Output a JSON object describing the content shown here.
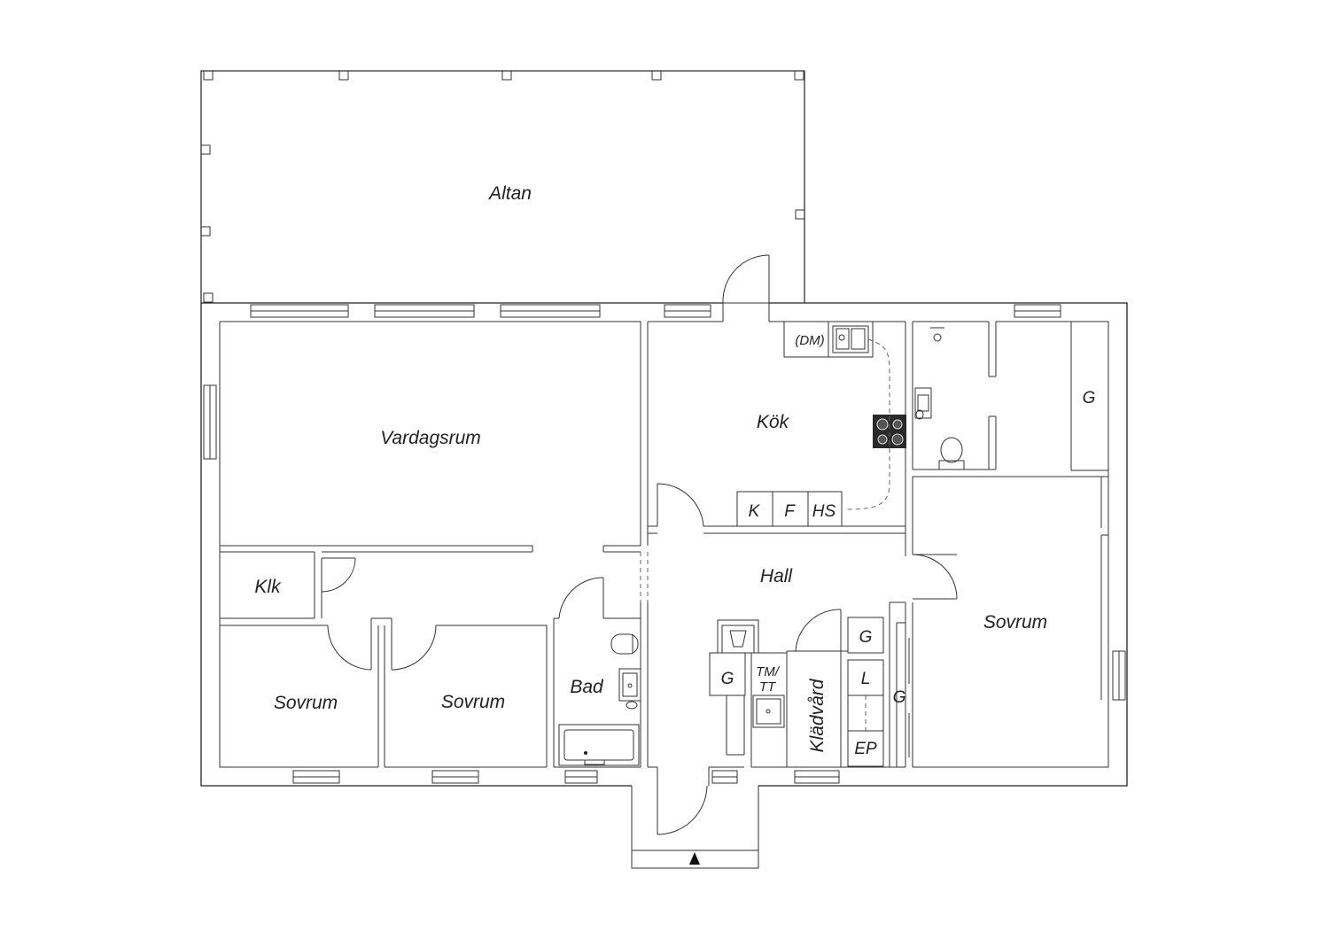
{
  "rooms": {
    "altan": "Altan",
    "vardagsrum": "Vardagsrum",
    "kok": "Kök",
    "hall": "Hall",
    "klk": "Klk",
    "bad": "Bad",
    "sovrum_left": "Sovrum",
    "sovrum_mid": "Sovrum",
    "sovrum_right": "Sovrum",
    "kladvard": "Klädvård"
  },
  "kitchen": {
    "dm": "(DM)",
    "k": "K",
    "f": "F",
    "hs": "HS"
  },
  "storage": {
    "g_top_right": "G",
    "g_hall": "G",
    "g_kladvard": "G",
    "l_kladvard": "L",
    "ep": "EP",
    "g_bedroom": "G",
    "tm": "TM/",
    "tt": "TT"
  },
  "symbols": {
    "entrance": "entrance-arrow-icon"
  }
}
